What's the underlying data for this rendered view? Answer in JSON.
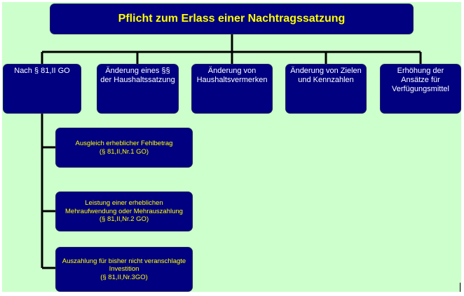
{
  "diagram": {
    "title": "Pflicht zum Erlass einer Nachtragssatzung",
    "level1": [
      {
        "label": "Nach § 81,II GO"
      },
      {
        "label": "Änderung eines §§ der Haushaltssatzung"
      },
      {
        "label": "Änderung von Haushaltsvermerken"
      },
      {
        "label": "Änderung von Zielen und Kennzahlen"
      },
      {
        "label": "Erhöhung der Ansätze für Verfügungsmittel"
      }
    ],
    "level2": [
      {
        "label": "Ausgleich erheblicher Fehlbetrag",
        "ref": "(§ 81,II,Nr.1 GO)"
      },
      {
        "label": "Leistung einer erheblichen Mehraufwendung oder Mehrauszahlung",
        "ref": "(§ 81,II,Nr.2 GO)"
      },
      {
        "label": "Auszahlung für bisher nicht veranschlagte Investition",
        "ref": "(§ 81,II,Nr.3GO)"
      }
    ],
    "colors": {
      "background": "#ccffcc",
      "box_fill": "#000080",
      "title_text": "#ffff00",
      "sub_text": "#ffff00",
      "top_text": "#ffffff",
      "lines": "#000000"
    }
  }
}
